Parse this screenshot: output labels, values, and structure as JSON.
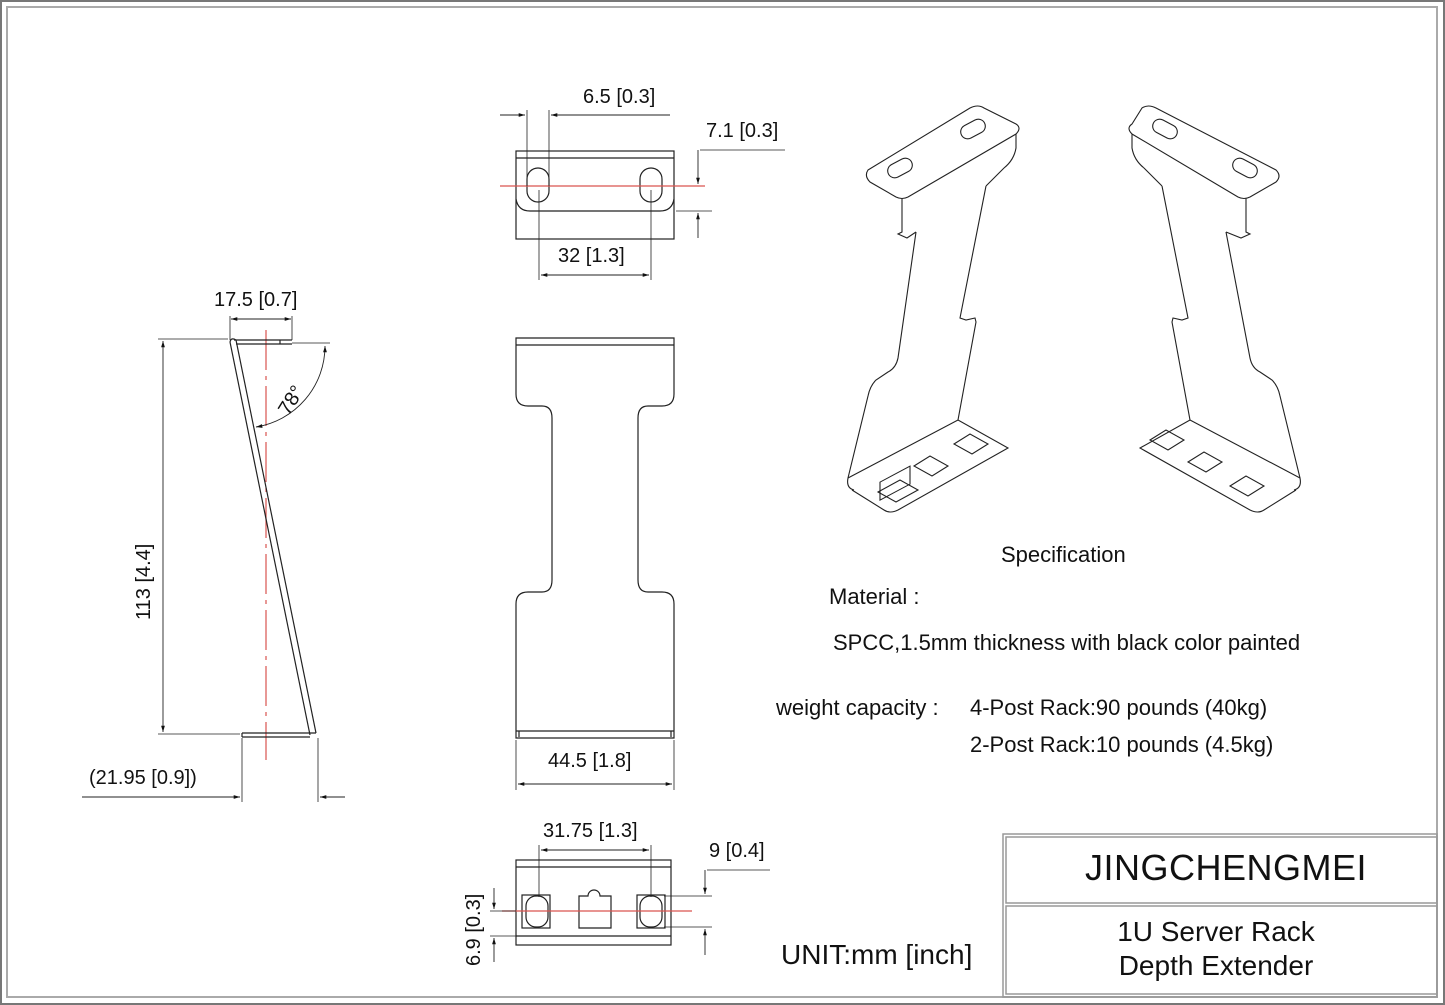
{
  "drawing": {
    "title_block": {
      "brand": "JINGCHENGMEI",
      "product_line1": "1U Server Rack",
      "product_line2": "Depth Extender"
    },
    "unit_label": "UNIT:mm [inch]",
    "views": {
      "side_view": {
        "dim_top_width": "17.5 [0.7]",
        "dim_angle": "78°",
        "dim_height": "113 [4.4]",
        "dim_bottom_offset": "(21.95 [0.9])"
      },
      "top_view": {
        "dim_slot_width": "6.5 [0.3]",
        "dim_slot_offset": "7.1 [0.3]",
        "dim_slot_spacing": "32 [1.3]"
      },
      "front_view": {
        "dim_width": "44.5 [1.8]"
      },
      "bottom_view": {
        "dim_hole_spacing": "31.75 [1.3]",
        "dim_edge_offset": "9 [0.4]",
        "dim_hole_height": "6.9 [0.3]"
      },
      "isometric_views": [
        "left-bracket",
        "right-bracket"
      ]
    },
    "specification": {
      "heading": "Specification",
      "material_label": "Material :",
      "material_value": "SPCC,1.5mm thickness with black color painted",
      "weight_label": "weight capacity :",
      "weight_4post": "4-Post Rack:90 pounds (40kg)",
      "weight_2post": "2-Post Rack:10 pounds (4.5kg)"
    },
    "colors": {
      "line": "#222222",
      "centerline": "#d9534f",
      "border": "#888888"
    }
  }
}
